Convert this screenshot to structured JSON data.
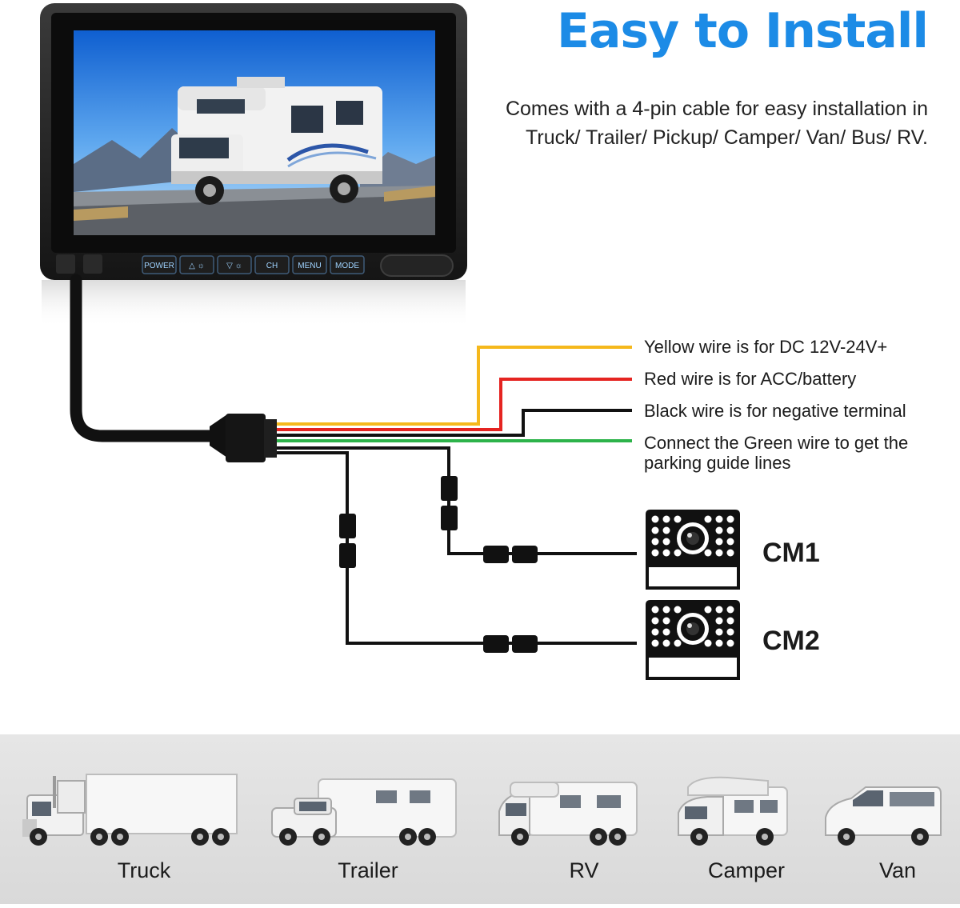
{
  "header": {
    "title": "Easy to Install",
    "subtitle_line1": "Comes with a 4-pin cable for easy installation in",
    "subtitle_line2": "Truck/ Trailer/ Pickup/ Camper/ Van/ Bus/ RV."
  },
  "monitor": {
    "buttons": [
      "POWER",
      "△ ☼",
      "▽ ☼",
      "CH",
      "MENU",
      "MODE"
    ]
  },
  "wires": [
    {
      "color_name": "yellow",
      "color": "#f5b81c",
      "label": "Yellow wire is for DC 12V-24V+"
    },
    {
      "color_name": "red",
      "color": "#e52421",
      "label": "Red wire is for ACC/battery"
    },
    {
      "color_name": "black",
      "color": "#111111",
      "label": "Black wire is for negative terminal"
    },
    {
      "color_name": "green",
      "color": "#2db34a",
      "label_line1": "Connect the Green wire to get the",
      "label_line2": "parking guide lines"
    }
  ],
  "cameras": [
    {
      "label": "CM1"
    },
    {
      "label": "CM2"
    }
  ],
  "vehicles": [
    {
      "name": "Truck",
      "icon": "truck-icon"
    },
    {
      "name": "Trailer",
      "icon": "trailer-icon"
    },
    {
      "name": "RV",
      "icon": "rv-icon"
    },
    {
      "name": "Camper",
      "icon": "camper-icon"
    },
    {
      "name": "Van",
      "icon": "van-icon"
    }
  ],
  "colors": {
    "title_blue": "#1c8be6",
    "button_text": "#9fd3ff",
    "strip_background": "#dedede"
  }
}
